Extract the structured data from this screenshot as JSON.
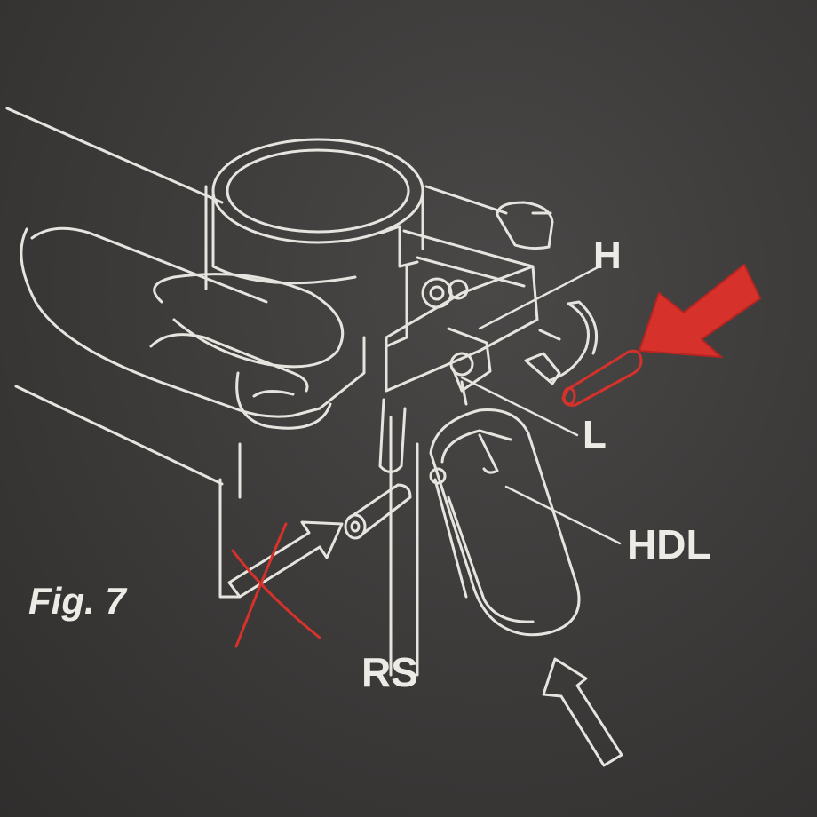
{
  "figure": {
    "caption": "Fig. 7",
    "labels": {
      "h": "H",
      "l": "L",
      "hdl": "HDL",
      "rs": "RS"
    }
  },
  "icons": [
    "arrow-icon",
    "red-arrow-icon",
    "cross-out-icon",
    "rotation-arrow-icon"
  ],
  "colors": {
    "background": "#3a3838",
    "linework": "#e6e4df",
    "annotation": "#d6322b"
  }
}
